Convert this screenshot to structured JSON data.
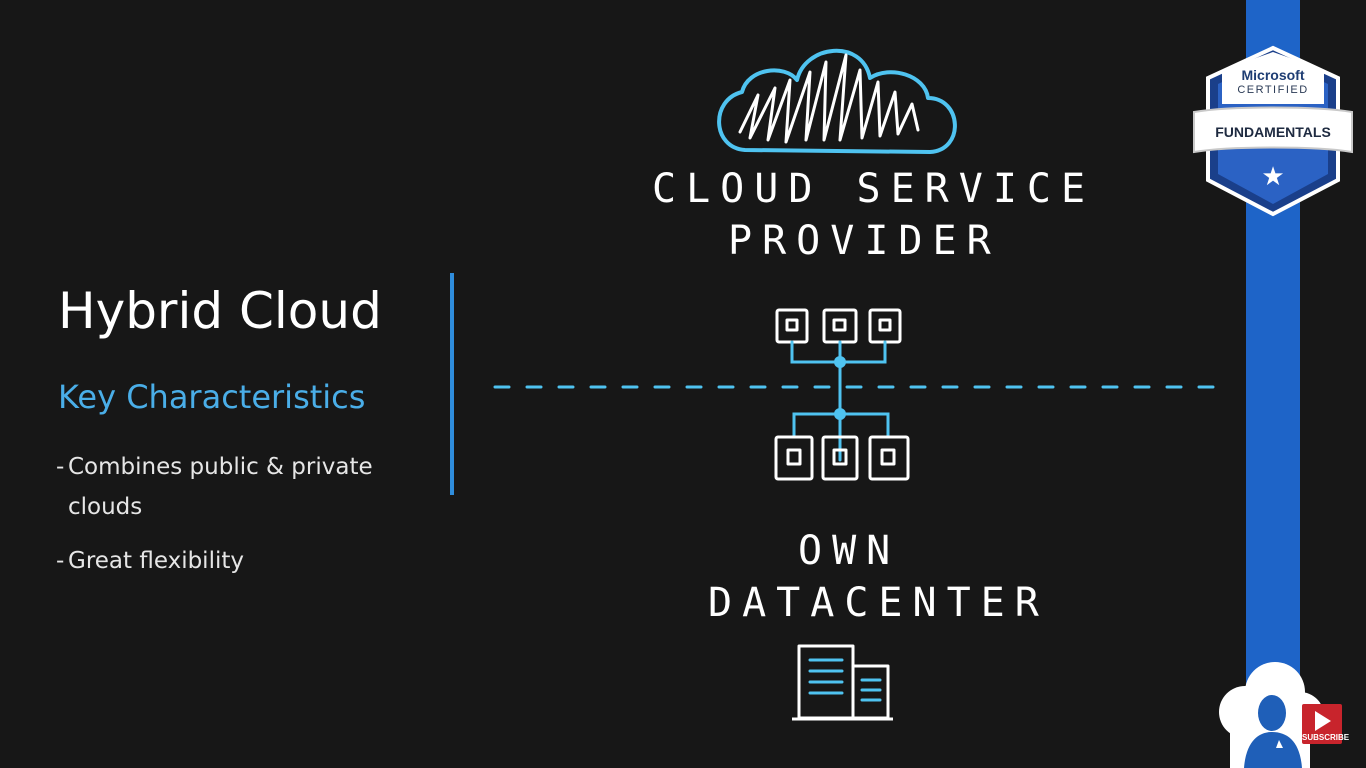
{
  "slide": {
    "title": "Hybrid Cloud",
    "subtitle": "Key Characteristics",
    "bullets": [
      {
        "dash": "-",
        "text": "Combines public & private clouds"
      },
      {
        "dash": "-",
        "text": "Great flexibility"
      }
    ]
  },
  "diagram": {
    "cloud_label_line1": "CLOUD SERVICE",
    "cloud_label_line2": "PROVIDER",
    "datacenter_label_line1": "OWN",
    "datacenter_label_line2": "DATACENTER"
  },
  "badge": {
    "brand": "Microsoft",
    "certified": "CERTIFIED",
    "level": "FUNDAMENTALS",
    "star": "★"
  },
  "subscribe": {
    "label": "SUBSCRIBE"
  },
  "colors": {
    "background": "#171717",
    "accent_blue": "#4aaee8",
    "divider_blue": "#2f8ddc",
    "stripe_blue": "#1e64c8",
    "subscribe_red": "#c8242c"
  }
}
